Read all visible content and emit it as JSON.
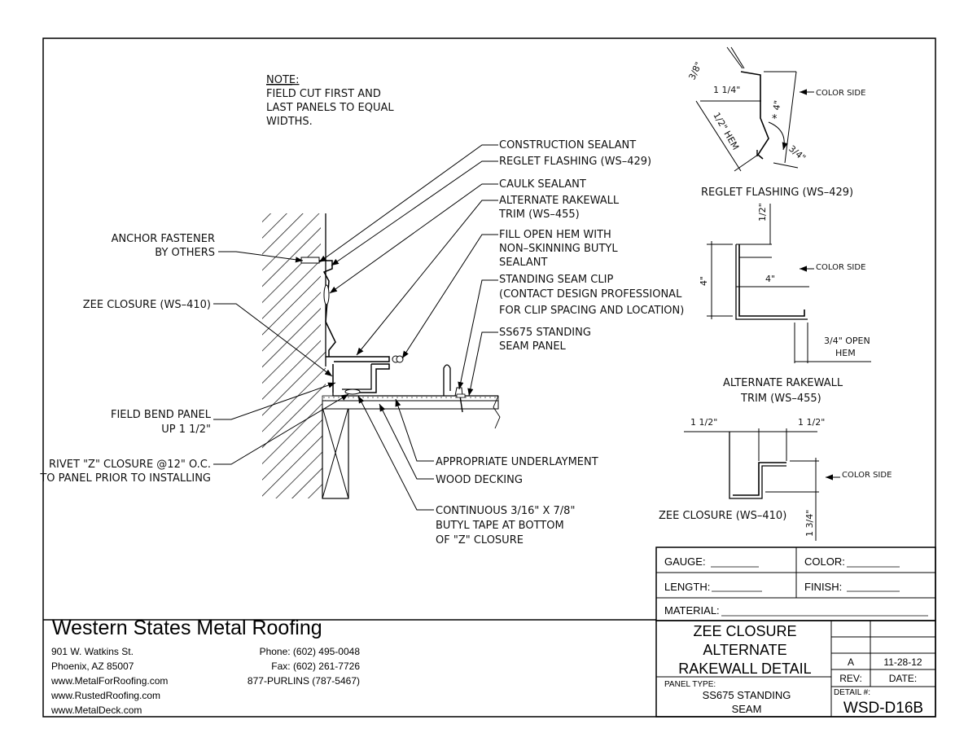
{
  "note": {
    "heading": "NOTE:",
    "lines": [
      "FIELD CUT FIRST AND",
      "LAST PANELS TO EQUAL",
      "WIDTHS."
    ]
  },
  "callouts": {
    "construction_sealant": "CONSTRUCTION SEALANT",
    "reglet_flashing": "REGLET FLASHING (WS–429)",
    "caulk_sealant": "CAULK SEALANT",
    "alt_rakewall_1": "ALTERNATE RAKEWALL",
    "alt_rakewall_2": "TRIM (WS–455)",
    "fill_hem_1": "FILL OPEN HEM WITH",
    "fill_hem_2": "NON–SKINNING BUTYL",
    "fill_hem_3": "SEALANT",
    "clip_1": "STANDING SEAM CLIP",
    "clip_2": "(CONTACT DESIGN PROFESSIONAL",
    "clip_3": "FOR CLIP SPACING AND LOCATION)",
    "panel_1": "SS675 STANDING",
    "panel_2": "SEAM PANEL",
    "anchor_1": "ANCHOR FASTENER",
    "anchor_2": "BY OTHERS",
    "zee": "ZEE CLOSURE (WS–410)",
    "bend_1": "FIELD BEND PANEL",
    "bend_2": "UP 1 1/2\"",
    "rivet_1": "RIVET \"Z\" CLOSURE @12\" O.C.",
    "rivet_2": "TO PANEL PRIOR TO INSTALLING",
    "underlayment": "APPROPRIATE UNDERLAYMENT",
    "decking": "WOOD DECKING",
    "butyl_1": "CONTINUOUS 3/16\" X 7/8\"",
    "butyl_2": "BUTYL TAPE AT BOTTOM",
    "butyl_3": "OF \"Z\" CLOSURE"
  },
  "profiles": {
    "reglet": {
      "title": "REGLET FLASHING (WS–429)",
      "dims": [
        "3/8\"",
        "1 1/4\"",
        "1/2\" HEM",
        "4\"",
        "3/4\"",
        "*"
      ],
      "color_side": "COLOR SIDE"
    },
    "rakewall": {
      "title_1": "ALTERNATE RAKEWALL",
      "title_2": "TRIM (WS–455)",
      "dims": [
        "1/2\"",
        "4\"",
        "4\"",
        "3/4\" OPEN",
        "HEM"
      ],
      "color_side": "COLOR SIDE"
    },
    "zee": {
      "title": "ZEE CLOSURE (WS–410)",
      "dims": [
        "1 1/2\"",
        "1 1/2\"",
        "1 3/4\""
      ],
      "color_side": "COLOR SIDE"
    }
  },
  "spec": {
    "gauge": "GAUGE:",
    "color": "COLOR:",
    "length": "LENGTH:",
    "finish": "FINISH:",
    "material": "MATERIAL:"
  },
  "company": {
    "name": "Western States Metal Roofing",
    "address_1": "901 W. Watkins St.",
    "address_2": "Phoenix, AZ 85007",
    "web_1": "www.MetalForRoofing.com",
    "web_2": "www.RustedRoofing.com",
    "web_3": "www.MetalDeck.com",
    "phone": "Phone: (602) 495-0048",
    "fax": "Fax: (602) 261-7726",
    "tollfree": "877-PURLINS (787-5467)"
  },
  "title_block": {
    "title_1": "ZEE CLOSURE",
    "title_2": "ALTERNATE",
    "title_3": "RAKEWALL DETAIL",
    "panel_type_label": "PANEL TYPE:",
    "panel_type_1": "SS675 STANDING",
    "panel_type_2": "SEAM",
    "rev": "A",
    "date": "11-28-12",
    "rev_label": "REV:",
    "date_label": "DATE:",
    "detail_label": "DETAIL #:",
    "detail": "WSD-D16B"
  }
}
